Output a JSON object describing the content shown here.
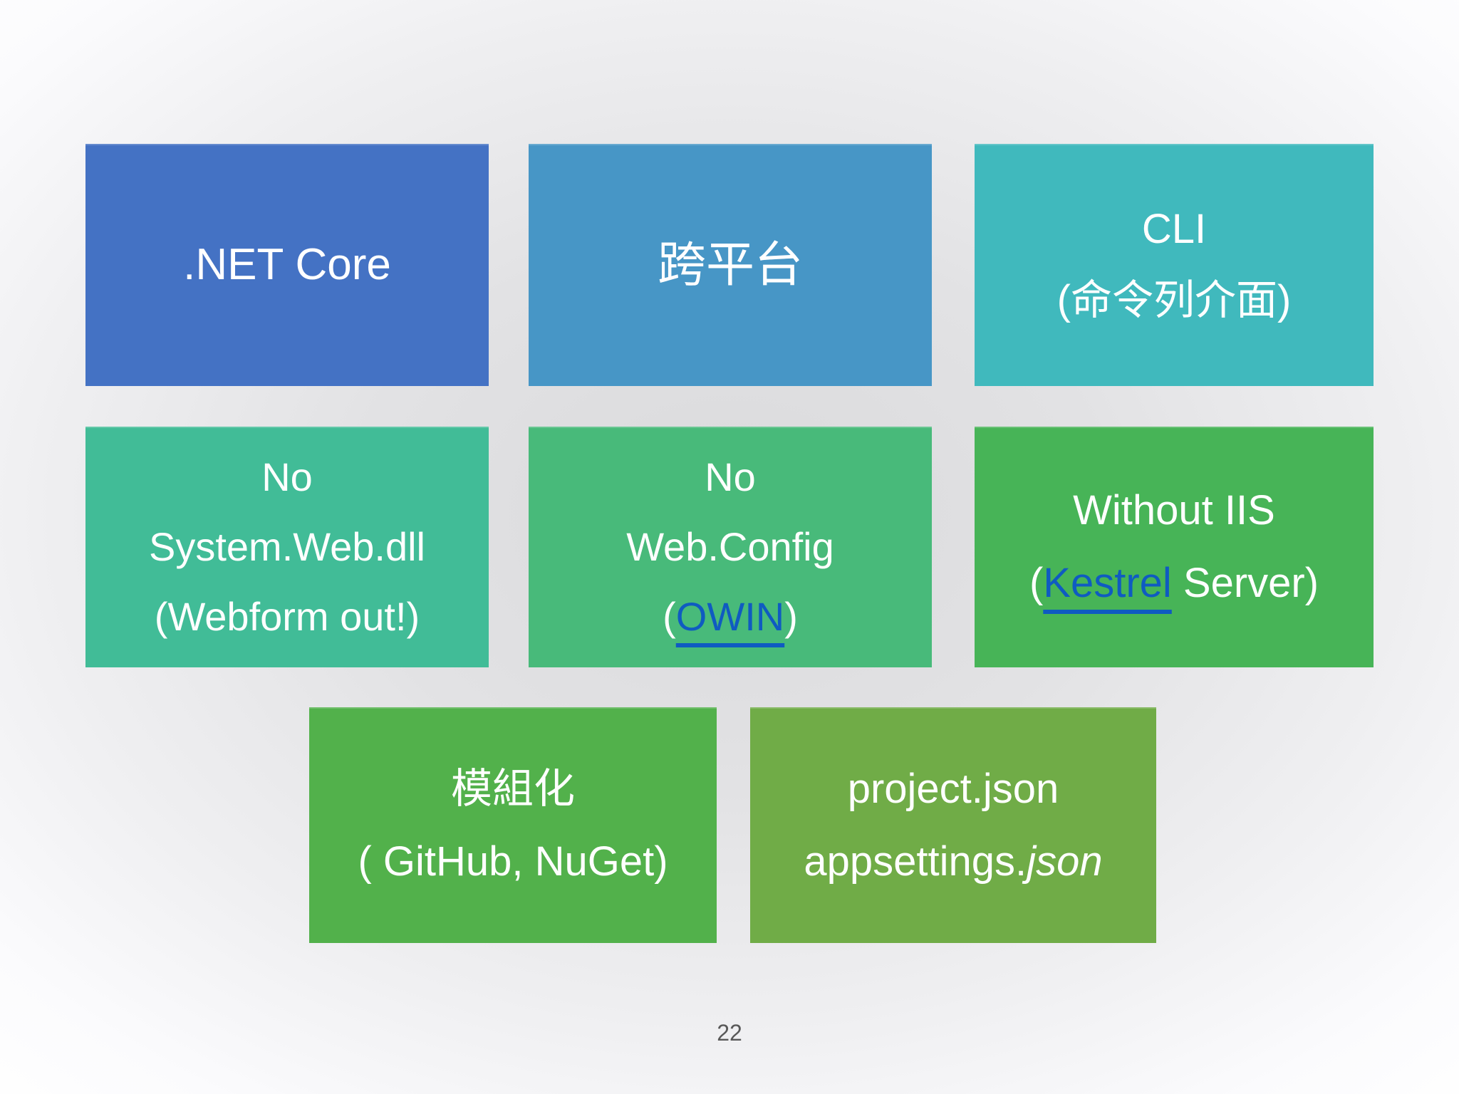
{
  "slide": {
    "page_number": "22",
    "page_number_color": "#595959",
    "text_color": "#FFFFFF",
    "link_color": "#0F5BC1",
    "background_center": "#DADADC",
    "background_edge": "#FEFEFE"
  },
  "colors": {
    "net_core": "#4472C4",
    "cross_platform": "#4796C6",
    "cli": "#40B9BD",
    "no_system_web": "#41BC97",
    "no_web_config": "#48BA7A",
    "without_iis": "#47B457",
    "modular": "#52B14B",
    "config_files": "#70AC47",
    "link": "#0F5BC1"
  },
  "boxes": {
    "net_core": {
      "label": ".NET Core"
    },
    "cross_platform": {
      "label": "跨平台"
    },
    "cli": {
      "line1": "CLI",
      "line2": "(命令列介面)"
    },
    "no_system_web": {
      "line1": "No",
      "line2": "System.Web.dll",
      "line3": "(Webform out!)"
    },
    "no_web_config": {
      "line1": "No",
      "line2": "Web.Config",
      "line3_prefix": "(",
      "line3_link": "OWIN",
      "line3_suffix": ")"
    },
    "without_iis": {
      "line1": "Without IIS",
      "line2_prefix": "(",
      "line2_link": "Kestrel",
      "line2_suffix": " Server)"
    },
    "modular": {
      "line1": "模組化",
      "line2": "( GitHub, NuGet)"
    },
    "config_files": {
      "line1": "project.json",
      "line2_normal": "appsettings.",
      "line2_italic": "json"
    }
  }
}
